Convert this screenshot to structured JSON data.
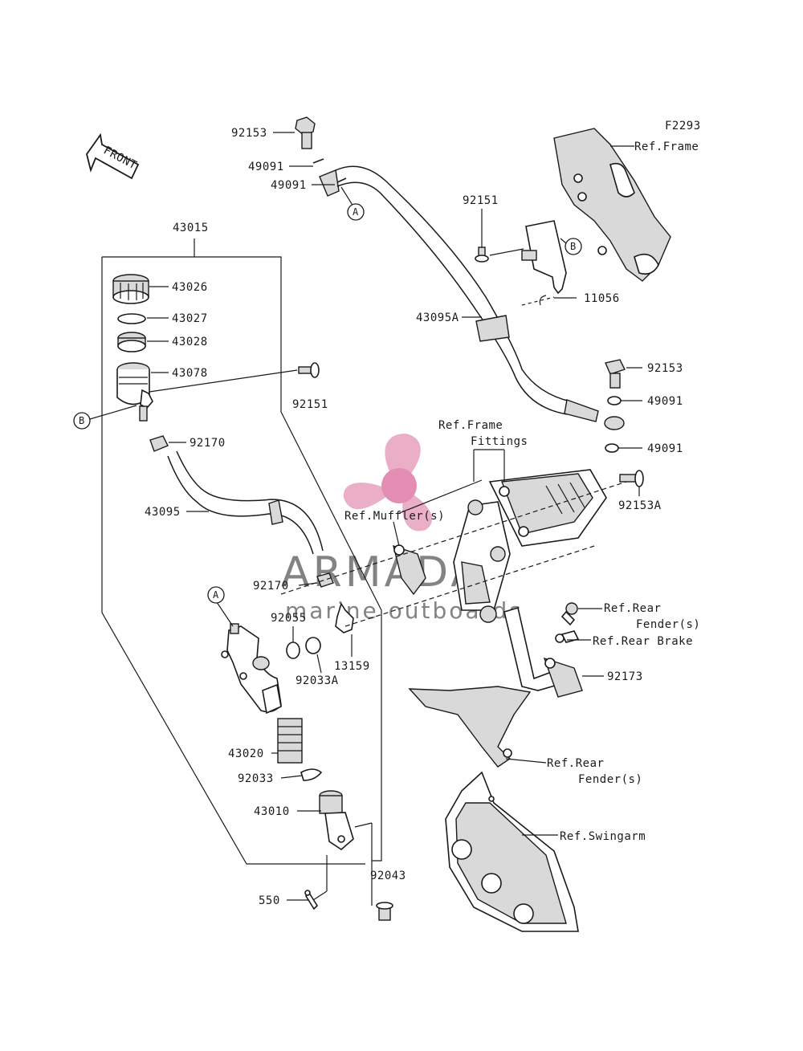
{
  "figure_id": "F2293",
  "front_label": "FRONT",
  "parts": {
    "p92153_top": "92153",
    "p49091_a": "49091",
    "p49091_b": "49091",
    "p43015": "43015",
    "p43026": "43026",
    "p43027": "43027",
    "p43028": "43028",
    "p43078": "43078",
    "p92151_left": "92151",
    "p92170_a": "92170",
    "p43095": "43095",
    "p92170_b": "92170",
    "p92055": "92055",
    "p92033A": "92033A",
    "p13159": "13159",
    "p43020": "43020",
    "p92033": "92033",
    "p43010": "43010",
    "p550": "550",
    "p92043": "92043",
    "p92151_right": "92151",
    "p11056": "11056",
    "p43095A": "43095A",
    "p92153_right": "92153",
    "p49091_c": "49091",
    "p49091_d": "49091",
    "p92153A": "92153A",
    "p92173": "92173"
  },
  "refs": {
    "frame": "Ref.Frame",
    "frame_fittings_1": "Ref.Frame",
    "frame_fittings_2": "Fittings",
    "muffler": "Ref.Muffler(s)",
    "rear_fender_a1": "Ref.Rear",
    "rear_fender_a2": "Fender(s)",
    "rear_brake": "Ref.Rear Brake",
    "rear_fender_b1": "Ref.Rear",
    "rear_fender_b2": "Fender(s)",
    "swingarm": "Ref.Swingarm"
  },
  "markers": {
    "a1": "A",
    "a2": "A",
    "b1": "B",
    "b2": "B"
  },
  "watermark": {
    "brand": "ARMADA",
    "tagline": "marine outboards",
    "color": "#e8a0be"
  }
}
